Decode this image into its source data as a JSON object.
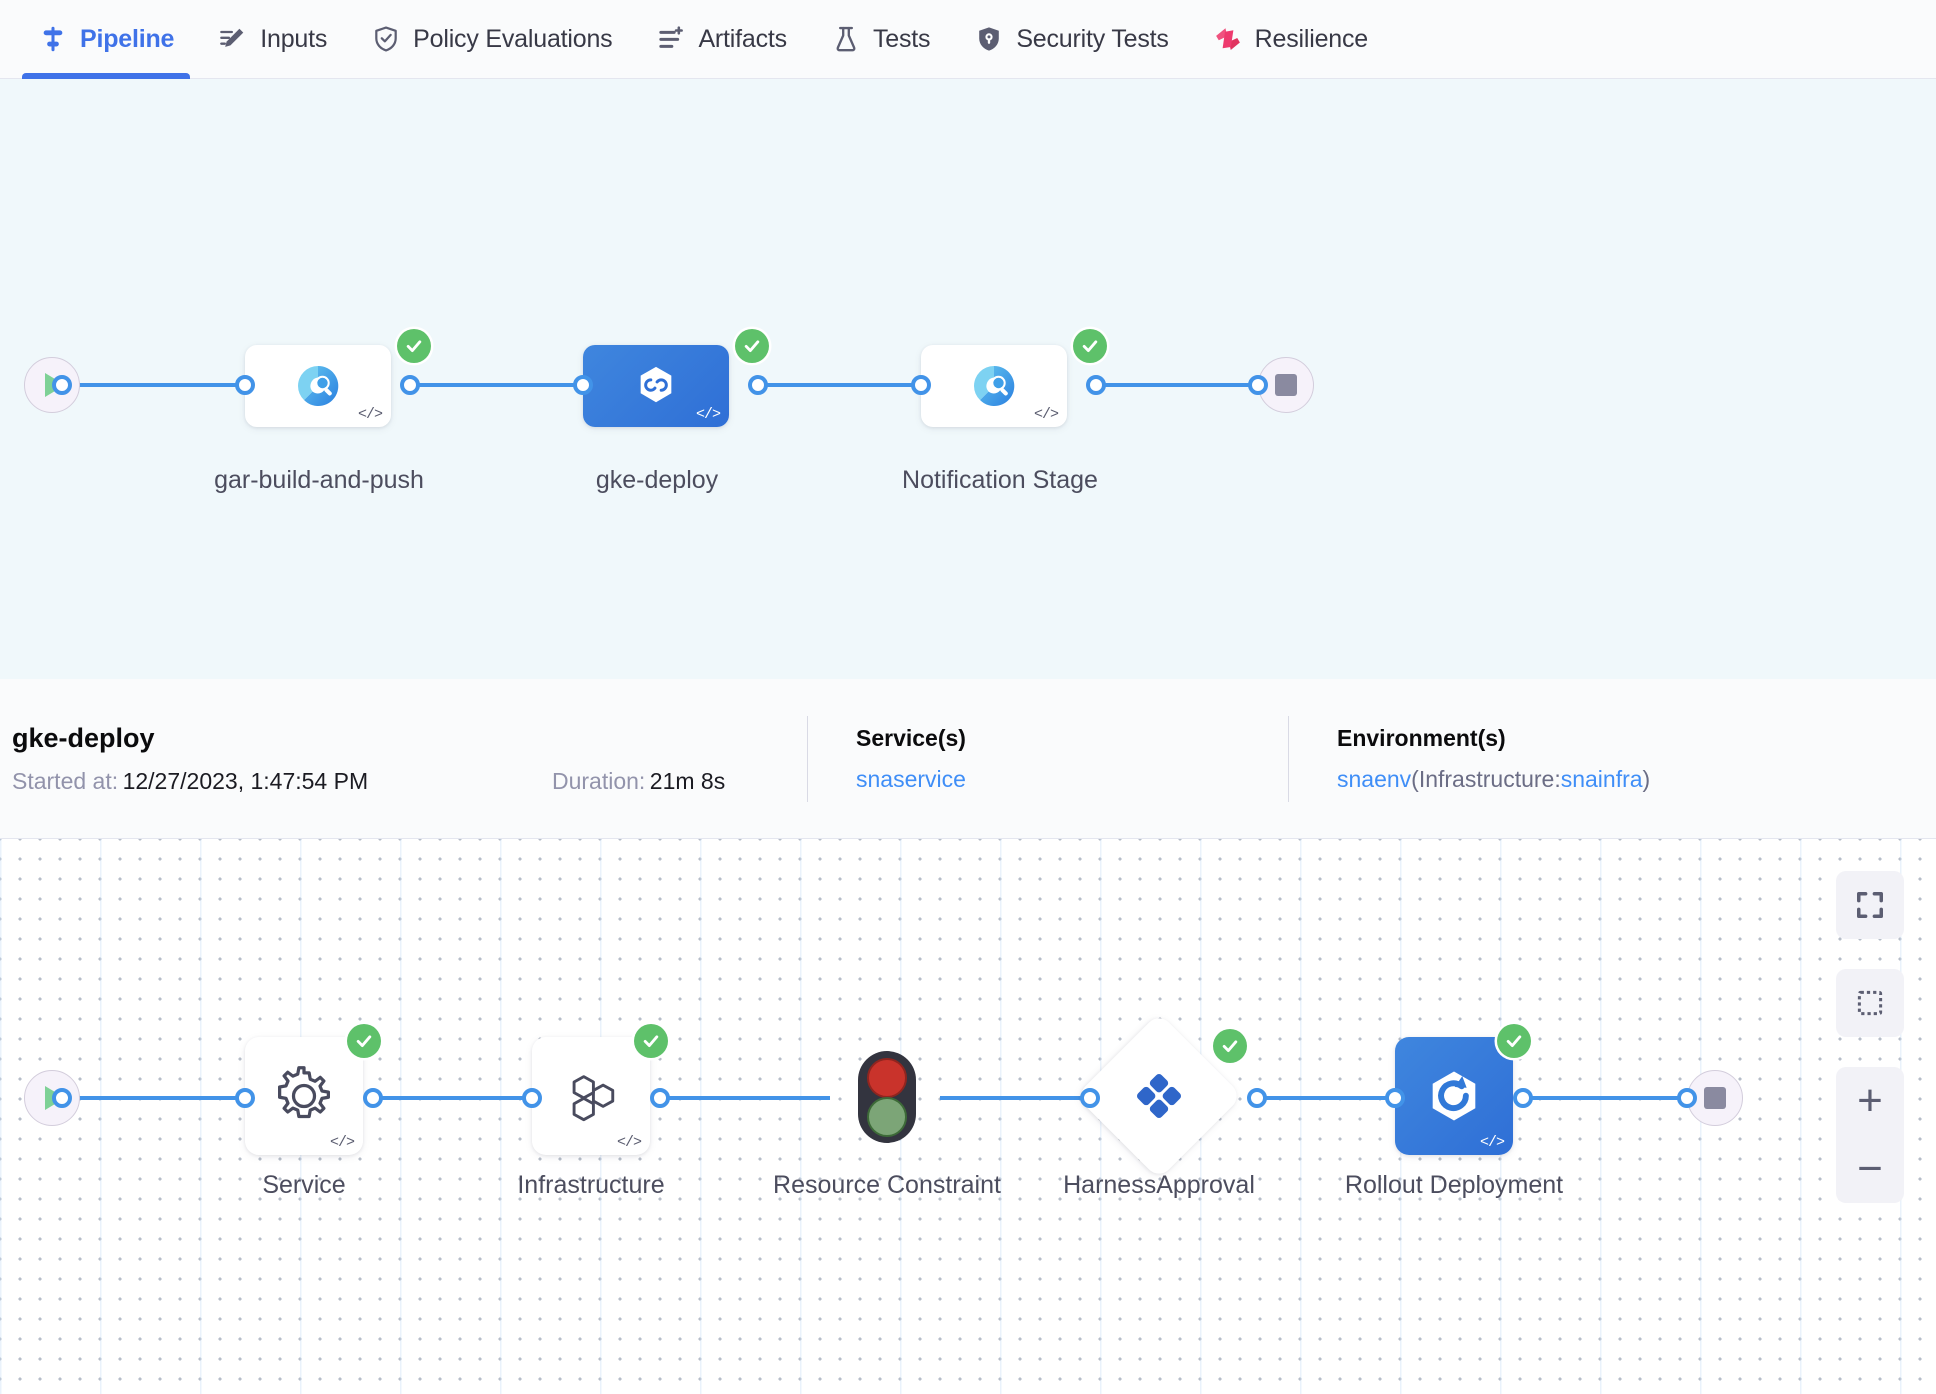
{
  "tabs": [
    {
      "label": "Pipeline",
      "icon": "pipeline-icon",
      "active": true
    },
    {
      "label": "Inputs",
      "icon": "inputs-pencil-icon",
      "active": false
    },
    {
      "label": "Policy Evaluations",
      "icon": "policy-shield-check-icon",
      "active": false
    },
    {
      "label": "Artifacts",
      "icon": "artifacts-list-plus-icon",
      "active": false
    },
    {
      "label": "Tests",
      "icon": "tests-flask-icon",
      "active": false
    },
    {
      "label": "Security Tests",
      "icon": "security-shield-icon",
      "active": false
    },
    {
      "label": "Resilience",
      "icon": "resilience-icon",
      "active": false
    }
  ],
  "pipeline_graph": {
    "start_icon": "play-icon",
    "end_icon": "stop-icon",
    "stages": [
      {
        "name": "gar-build-and-push",
        "icon": "gcp-build-icon",
        "status": "success",
        "selected": false,
        "code": "</>"
      },
      {
        "name": "gke-deploy",
        "icon": "harness-deploy-icon",
        "status": "success",
        "selected": true,
        "code": "</>"
      },
      {
        "name": "Notification Stage",
        "icon": "gcp-build-icon",
        "status": "success",
        "selected": false,
        "code": "</>"
      }
    ]
  },
  "detail": {
    "title": "gke-deploy",
    "started_label": "Started at:",
    "started_value": "12/27/2023, 1:47:54 PM",
    "duration_label": "Duration:",
    "duration_value": "21m 8s",
    "services_head": "Service(s)",
    "service_name": "snaservice",
    "environments_head": "Environment(s)",
    "env_name": "snaenv",
    "env_infra_prefix": "(Infrastructure:",
    "env_infra_name": "snainfra",
    "env_infra_suffix": ")"
  },
  "execution_graph": {
    "start_icon": "play-icon",
    "end_icon": "stop-icon",
    "steps": [
      {
        "name": "Service",
        "icon": "gear-icon",
        "status": "success",
        "shape": "square",
        "code": "</>"
      },
      {
        "name": "Infrastructure",
        "icon": "hexagons-icon",
        "status": "success",
        "shape": "square",
        "code": "</>"
      },
      {
        "name": "Resource Constraint",
        "icon": "traffic-light-icon",
        "status": "none",
        "shape": "bare",
        "code": ""
      },
      {
        "name": "HarnessApproval",
        "icon": "approval-diamond-icon",
        "status": "success",
        "shape": "diamond",
        "code": ""
      },
      {
        "name": "Rollout Deployment",
        "icon": "rollout-icon",
        "status": "success",
        "shape": "square",
        "code": "</>"
      }
    ]
  },
  "zoom_controls": [
    {
      "name": "fit-to-screen-button",
      "glyph": "fit"
    },
    {
      "name": "select-area-button",
      "glyph": "select"
    },
    {
      "name": "zoom-in-button",
      "glyph": "+"
    },
    {
      "name": "zoom-out-button",
      "glyph": "−"
    }
  ],
  "colors": {
    "accent_blue": "#3f72e8",
    "edge_blue": "#4293e8",
    "success_green": "#5ec16a",
    "link_blue": "#3f8ef7",
    "selected_node": "#2f6fd6",
    "top_canvas_bg": "#f0f8fb",
    "resilience_pink": "#e8447e"
  }
}
